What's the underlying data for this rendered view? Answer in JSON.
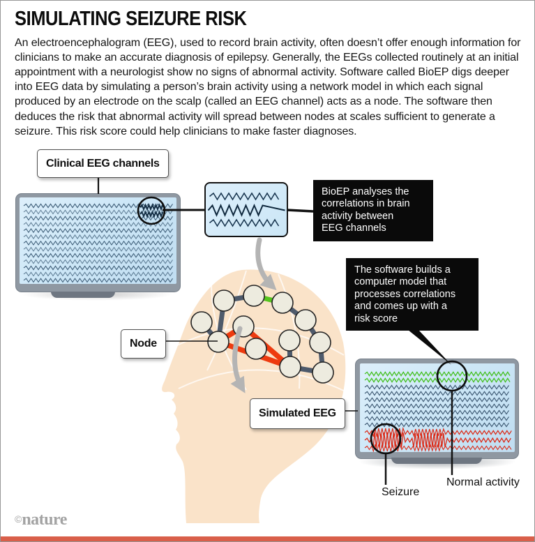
{
  "page": {
    "title": "SIMULATING SEIZURE RISK",
    "description": "An electroencephalogram (EEG), used to record brain activity, often doesn’t offer enough information for clinicians to make an accurate diagnosis of epilepsy. Generally, the EEGs collected routinely at an initial appointment with a neurologist show no signs of abnormal activity. Software called BioEP digs deeper into EEG data by simulating a person’s brain activity using a network model in which each signal produced by an electrode on the scalp (called an EEG channel) acts as a node. The software then deduces the risk that abnormal activity will spread between nodes at scales sufficient to generate a seizure. This risk score could help clinicians to make faster diagnoses.",
    "credit_symbol": "©",
    "credit_name": "nature"
  },
  "labels": {
    "clinical_eeg": "Clinical EEG channels",
    "node": "Node",
    "simulated_eeg": "Simulated EEG",
    "seizure": "Seizure",
    "normal_activity": "Normal activity"
  },
  "callouts": {
    "bioep_lines": [
      "BioEP analyses the",
      "correlations in brain",
      "activity between",
      "EEG channels"
    ],
    "software_lines": [
      "The software builds a",
      "computer model that",
      "processes correlations",
      "and comes up with a",
      "risk score"
    ]
  },
  "colors": {
    "skin": "#fae3c9",
    "frame": "#8f98a2",
    "wave_clinical": "#3a5a74",
    "wave_slate": "#36516b",
    "wave_green": "#47c124",
    "wave_red": "#dc2a17",
    "edge_dark": "#4e5a6b",
    "edge_green": "#55c41e",
    "edge_red": "#ee3a0f",
    "node_fill": "#edebdf",
    "node_stroke": "#232323",
    "arrow_gray": "#b4b4b4",
    "connector_black": "#111111",
    "callout_bg": "#0a0a0a",
    "callout_text": "#ffffff",
    "footer_bar": "#d95f4a",
    "credit_gray": "#a3a3a3"
  }
}
